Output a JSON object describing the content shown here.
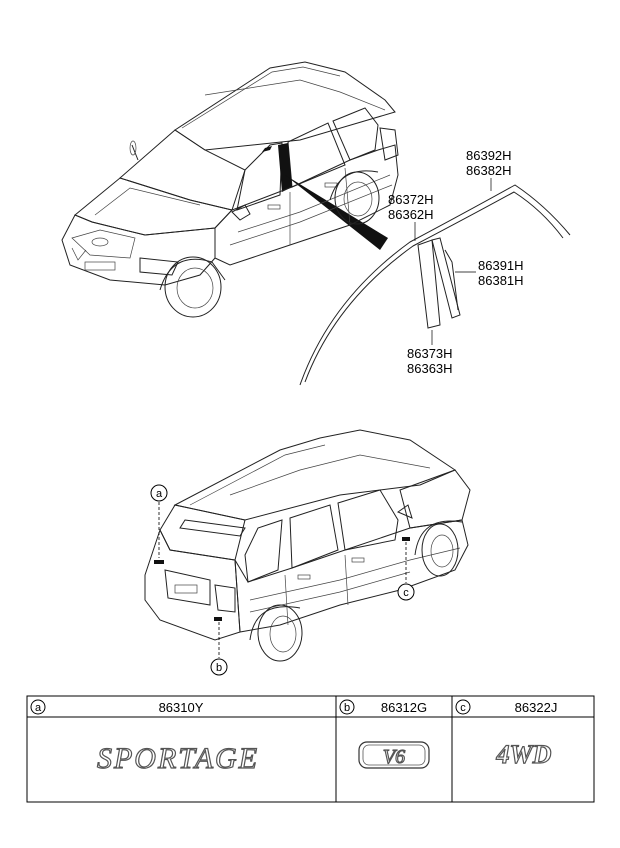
{
  "front_view": {
    "labels": {
      "upper_rear_molding": [
        "86392H",
        "86382H"
      ],
      "upper_front_molding": [
        "86372H",
        "86362H"
      ],
      "center_pillar_rear": [
        "86391H",
        "86381H"
      ],
      "center_pillar_front": [
        "86373H",
        "86363H"
      ]
    }
  },
  "rear_view": {
    "callouts": {
      "a": "a",
      "b": "b",
      "c": "c"
    }
  },
  "parts_table": {
    "columns": [
      {
        "letter": "a",
        "part_no": "86310Y",
        "emblem_text": "SPORTAGE"
      },
      {
        "letter": "b",
        "part_no": "86312G",
        "emblem_text": "V6"
      },
      {
        "letter": "c",
        "part_no": "86322J",
        "emblem_text": "4WD"
      }
    ]
  },
  "colors": {
    "line": "#000000",
    "background": "#ffffff"
  }
}
